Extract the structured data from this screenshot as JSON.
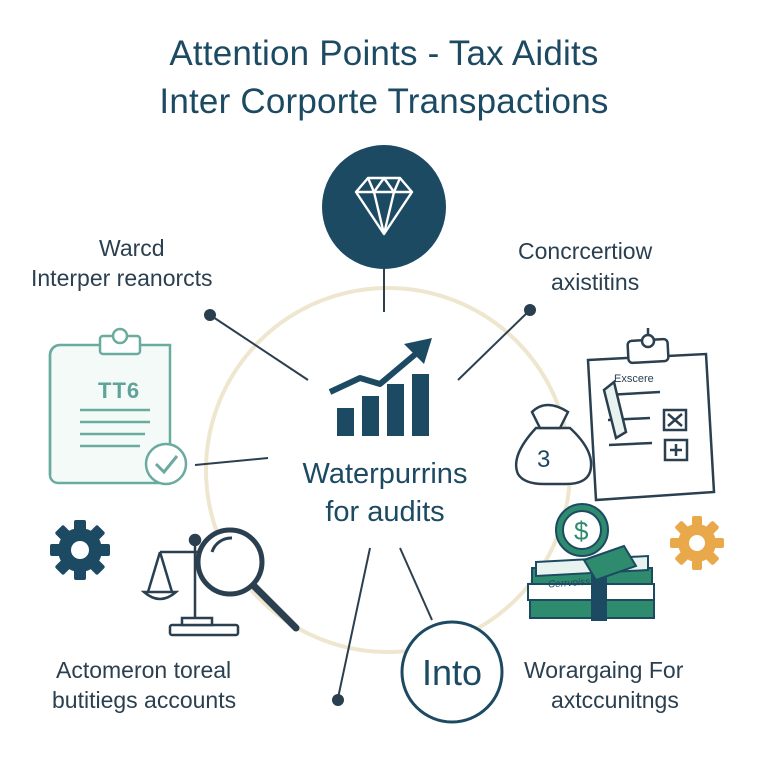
{
  "title": {
    "line1": "Attention Points - Tax Aidits",
    "line2": "Inter Corporte Transpactions"
  },
  "center": {
    "line1": "Waterpurrins",
    "line2": "for audits"
  },
  "labels": {
    "top_left_line1": "Warcd",
    "top_left_line2": "Interper reanorcts",
    "top_right_line1": "Concrcertiow",
    "top_right_line2": "axistitins",
    "bottom_left_line1": "Actomeron toreal",
    "bottom_left_line2": "butitiegs accounts",
    "bottom_right_line1": "Worargaing For",
    "bottom_right_line2": "axtccunitngs",
    "into": "Into"
  },
  "icons": {
    "document_text": "TT6",
    "clipboard_title": "Exscere",
    "bag_number": "3",
    "cash_text": "Cerrvoiss"
  },
  "colors": {
    "navy": "#1d4a63",
    "teal": "#5fa39a",
    "green": "#2e8b6e",
    "orange": "#e9a84a",
    "ring": "#efe6cf"
  }
}
